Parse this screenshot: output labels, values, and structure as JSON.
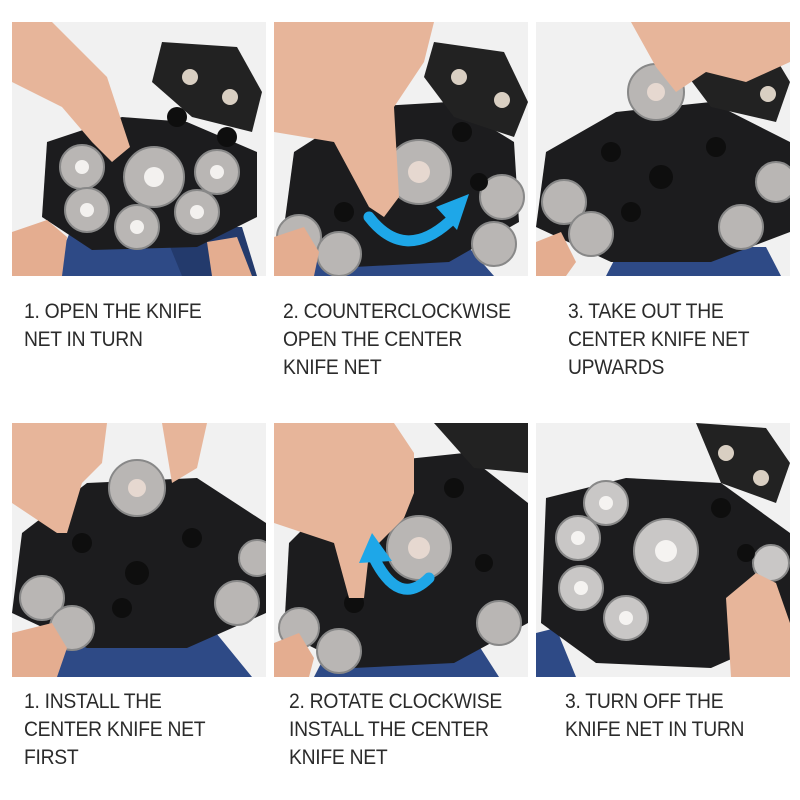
{
  "layout": {
    "columns": 3,
    "rows": 2
  },
  "colors": {
    "background": "#ffffff",
    "photo_bg": "#f1f1f1",
    "text": "#2b2b2b",
    "arrow": "#1ea7e8",
    "shaver_body": "#2e4a86",
    "shaver_head": "#1c1c1e",
    "skin": "#e7b59a",
    "foil": "#b9b6b4"
  },
  "steps": [
    {
      "id": "remove-1",
      "photo_description": "Hand opening outer knife net covers of a multi-head rotary shaver",
      "arrow": "none",
      "caption_lines": [
        "1. OPEN THE KNIFE",
        "NET IN TURN"
      ]
    },
    {
      "id": "remove-2",
      "photo_description": "Hand rotating the center knife net with a blue counterclockwise arrow",
      "arrow": "counterclockwise",
      "caption_lines": [
        "2. COUNTERCLOCKWISE",
        "OPEN THE CENTER",
        "KNIFE NET"
      ]
    },
    {
      "id": "remove-3",
      "photo_description": "Hand lifting the center knife net upwards out of the head",
      "arrow": "none",
      "caption_lines": [
        "3. TAKE OUT THE",
        "CENTER KNIFE NET",
        "UPWARDS"
      ]
    },
    {
      "id": "install-1",
      "photo_description": "Fingers placing the center knife net into the open shaver head",
      "arrow": "none",
      "caption_lines": [
        "1. INSTALL THE",
        "CENTER KNIFE NET",
        "FIRST"
      ]
    },
    {
      "id": "install-2",
      "photo_description": "Hand turning the center knife net with a blue clockwise arrow",
      "arrow": "clockwise",
      "caption_lines": [
        "2. ROTATE CLOCKWISE",
        "INSTALL THE CENTER",
        "KNIFE NET"
      ]
    },
    {
      "id": "install-3",
      "photo_description": "Hand closing the outer knife net covers, all heads assembled",
      "arrow": "none",
      "caption_lines": [
        "3. TURN OFF THE",
        "KNIFE NET IN TURN"
      ]
    }
  ]
}
